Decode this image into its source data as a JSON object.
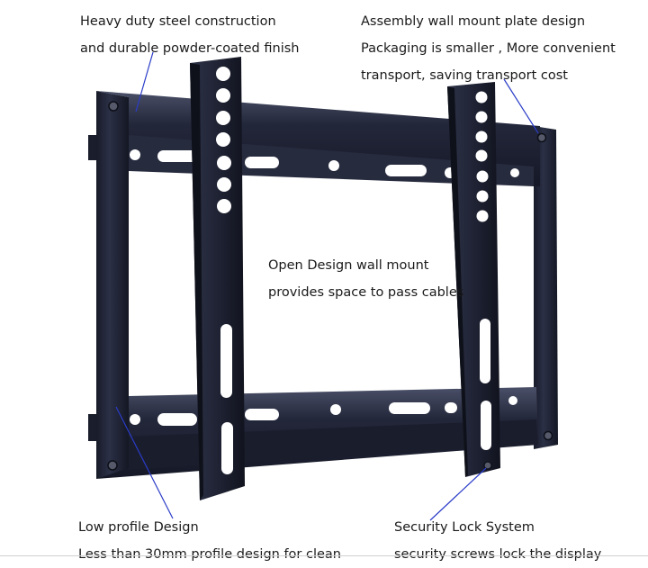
{
  "callouts": {
    "top_left": {
      "line1": "Heavy duty steel construction",
      "line2": "and durable powder-coated finish"
    },
    "top_right": {
      "line1": "Assembly wall mount plate design",
      "line2": "Packaging is smaller , More convenient",
      "line3": "transport, saving transport cost"
    },
    "middle": {
      "line1": "Open Design wall mount",
      "line2": "provides space to pass cables"
    },
    "bottom_left": {
      "line1": "Low profile Design",
      "line2": "Less than 30mm profile design for clean"
    },
    "bottom_right": {
      "line1": "Security Lock System",
      "line2": "security screws lock the display"
    }
  },
  "colors": {
    "steel": "#1d2030",
    "steel_highlight": "#4a5068",
    "pointer": "#2a3cc8",
    "background": "#ffffff"
  }
}
